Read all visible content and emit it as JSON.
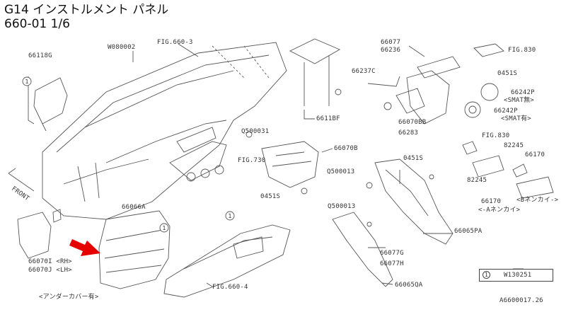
{
  "header": {
    "line1": "G14 インストルメント パネル",
    "line2": "660-01 1/6"
  },
  "callouts": [
    {
      "id": "66118G"
    },
    {
      "id": "W080002"
    },
    {
      "id": "FIG.660-3"
    },
    {
      "id": "66077"
    },
    {
      "id": "66236"
    },
    {
      "id": "FIG.830"
    },
    {
      "id": "66237C"
    },
    {
      "id": "0451S"
    },
    {
      "id": "66242P"
    },
    {
      "id": "<SMAT無>"
    },
    {
      "id": "66242P"
    },
    {
      "id": "<SMAT有>"
    },
    {
      "id": "66070BB"
    },
    {
      "id": "66283"
    },
    {
      "id": "6611BF"
    },
    {
      "id": "Q500031"
    },
    {
      "id": "66070B"
    },
    {
      "id": "FIG.830"
    },
    {
      "id": "82245"
    },
    {
      "id": "66170"
    },
    {
      "id": "FIG.730"
    },
    {
      "id": "Q500013"
    },
    {
      "id": "0451S"
    },
    {
      "id": "0451S"
    },
    {
      "id": "82245"
    },
    {
      "id": "66170"
    },
    {
      "id": "<-Aネンカイ>"
    },
    {
      "id": "<Bネンカイ->"
    },
    {
      "id": "66066A"
    },
    {
      "id": "Q500013"
    },
    {
      "id": "66065PA"
    },
    {
      "id": "66077G"
    },
    {
      "id": "66077H"
    },
    {
      "id": "66070I <RH>"
    },
    {
      "id": "66070J <LH>"
    },
    {
      "id": "FIG.660-4"
    },
    {
      "id": "66065QA"
    },
    {
      "id": "<アンダーカバー有>"
    },
    {
      "id": "FRONT"
    }
  ],
  "legend": {
    "num": "1",
    "code": "W130251"
  },
  "footer": {
    "drawing_no": "A6600017.26"
  },
  "colors": {
    "arrow": "#e60000",
    "line": "#555555"
  }
}
